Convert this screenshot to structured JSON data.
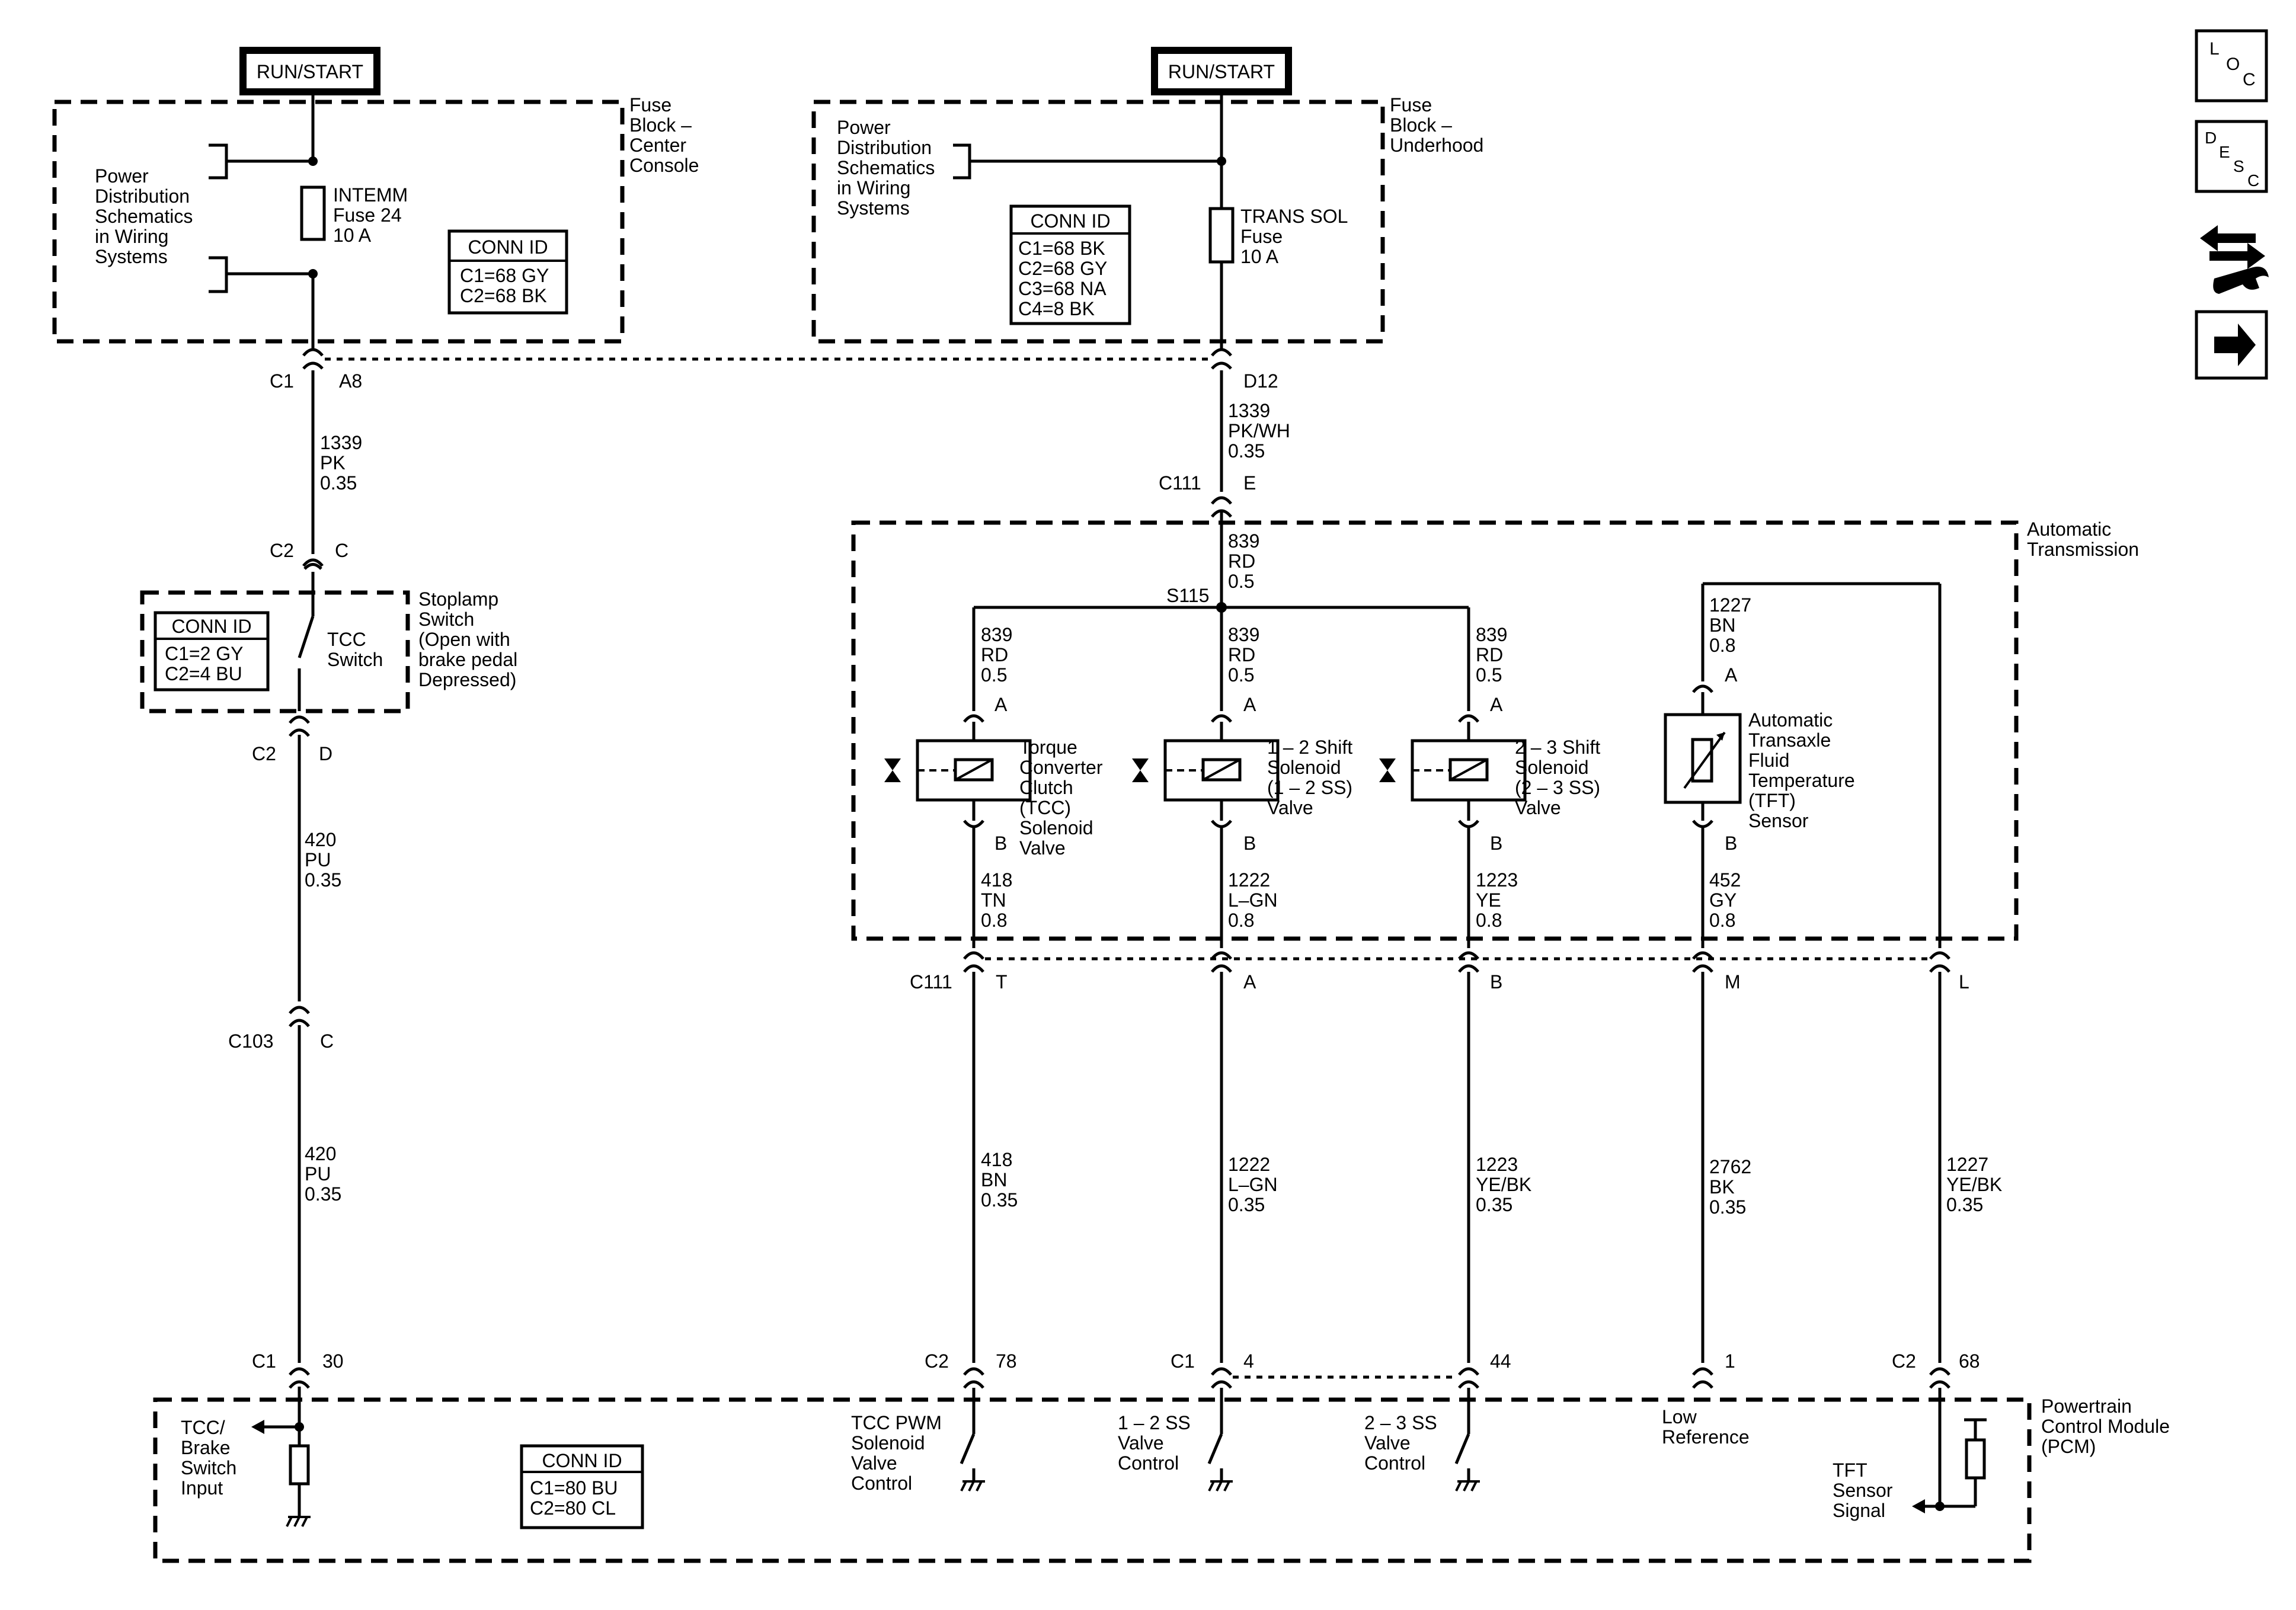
{
  "supply": {
    "left_label": "RUN/START",
    "right_label": "RUN/START"
  },
  "fuse_block_center": {
    "title": [
      "Fuse",
      "Block –",
      "Center",
      "Console"
    ],
    "pds": [
      "Power",
      "Distribution",
      "Schematics",
      "in Wiring",
      "Systems"
    ],
    "fuse": [
      "INTEMM",
      "Fuse 24",
      "10 A"
    ],
    "conn_title": "CONN ID",
    "conn_rows": [
      "C1=68 GY",
      "C2=68 BK"
    ]
  },
  "fuse_block_underhood": {
    "title": [
      "Fuse",
      "Block –",
      "Underhood"
    ],
    "pds": [
      "Power",
      "Distribution",
      "Schematics",
      "in Wiring",
      "Systems"
    ],
    "fuse": [
      "TRANS SOL",
      "Fuse",
      "10 A"
    ],
    "conn_title": "CONN ID",
    "conn_rows": [
      "C1=68 BK",
      "C2=68 GY",
      "C3=68 NA",
      "C4=8 BK"
    ]
  },
  "connectors": {
    "c1_a8": [
      "C1",
      "A8"
    ],
    "d12": "D12",
    "c2_c": [
      "C2",
      "C"
    ],
    "c2_d": [
      "C2",
      "D"
    ],
    "c103_c": [
      "C103",
      "C"
    ],
    "c1_30": [
      "C1",
      "30"
    ],
    "c111_e": [
      "C111",
      "E"
    ],
    "s115": "S115",
    "c111_row": {
      "name": "C111",
      "pins": [
        "T",
        "A",
        "B",
        "M",
        "L"
      ]
    },
    "pcm_row": {
      "c2": "C2",
      "p78": "78",
      "c1": "C1",
      "p4": "4",
      "p44": "44",
      "p1": "1",
      "c2b": "C2",
      "p68": "68"
    },
    "comp_pins": {
      "tcc_a": "A",
      "tcc_b": "B",
      "ss12_a": "A",
      "ss12_b": "B",
      "ss23_a": "A",
      "ss23_b": "B",
      "tft_a": "A",
      "tft_b": "B"
    }
  },
  "wires": {
    "w1339_pk": [
      "1339",
      "PK",
      "0.35"
    ],
    "w1339_pkwh": [
      "1339",
      "PK/WH",
      "0.35"
    ],
    "w420_pu_a": [
      "420",
      "PU",
      "0.35"
    ],
    "w420_pu_b": [
      "420",
      "PU",
      "0.35"
    ],
    "w839_main": [
      "839",
      "RD",
      "0.5"
    ],
    "w839_tcc": [
      "839",
      "RD",
      "0.5"
    ],
    "w839_ss12": [
      "839",
      "RD",
      "0.5"
    ],
    "w839_ss23": [
      "839",
      "RD",
      "0.5"
    ],
    "w1227_bn": [
      "1227",
      "BN",
      "0.8"
    ],
    "w418_tn": [
      "418",
      "TN",
      "0.8"
    ],
    "w1222_lgn_a": [
      "1222",
      "L–GN",
      "0.8"
    ],
    "w1223_ye_a": [
      "1223",
      "YE",
      "0.8"
    ],
    "w452_gy": [
      "452",
      "GY",
      "0.8"
    ],
    "w418_bn": [
      "418",
      "BN",
      "0.35"
    ],
    "w1222_lgn_b": [
      "1222",
      "L–GN",
      "0.35"
    ],
    "w1223_yebk": [
      "1223",
      "YE/BK",
      "0.35"
    ],
    "w2762_bk": [
      "2762",
      "BK",
      "0.35"
    ],
    "w1227_yebk": [
      "1227",
      "YE/BK",
      "0.35"
    ]
  },
  "stoplamp": {
    "title": [
      "Stoplamp",
      "Switch",
      "(Open with",
      "brake pedal",
      "Depressed)"
    ],
    "switch_label": [
      "TCC",
      "Switch"
    ],
    "conn_title": "CONN ID",
    "conn_rows": [
      "C1=2 GY",
      "C2=4 BU"
    ]
  },
  "transmission": {
    "title": [
      "Automatic",
      "Transmission"
    ],
    "tcc_solenoid": [
      "Torque",
      "Converter",
      "Clutch",
      "(TCC)",
      "Solenoid",
      "Valve"
    ],
    "ss12": [
      "1 – 2 Shift",
      "Solenoid",
      "(1 – 2 SS)",
      "Valve"
    ],
    "ss23": [
      "2 – 3 Shift",
      "Solenoid",
      "(2 – 3 SS)",
      "Valve"
    ],
    "tft": [
      "Automatic",
      "Transaxle",
      "Fluid",
      "Temperature",
      "(TFT)",
      "Sensor"
    ]
  },
  "pcm": {
    "title": [
      "Powertrain",
      "Control Module",
      "(PCM)"
    ],
    "conn_title": "CONN ID",
    "conn_rows": [
      "C1=80 BU",
      "C2=80 CL"
    ],
    "tcc_brake": [
      "TCC/",
      "Brake",
      "Switch",
      "Input"
    ],
    "tcc_pwm": [
      "TCC PWM",
      "Solenoid",
      "Valve",
      "Control"
    ],
    "ss12_ctrl": [
      "1 – 2 SS",
      "Valve",
      "Control"
    ],
    "ss23_ctrl": [
      "2 – 3 SS",
      "Valve",
      "Control"
    ],
    "low_ref": [
      "Low",
      "Reference"
    ],
    "tft_signal": [
      "TFT",
      "Sensor",
      "Signal"
    ]
  },
  "nav": {
    "loc": [
      "L",
      "O",
      "C"
    ],
    "desc": [
      "D",
      "E",
      "S",
      "C"
    ],
    "loc_icon": "location-icon",
    "desc_icon": "description-icon",
    "tool_icon": "wrench-arrows-icon",
    "next_icon": "arrow-right-icon"
  }
}
